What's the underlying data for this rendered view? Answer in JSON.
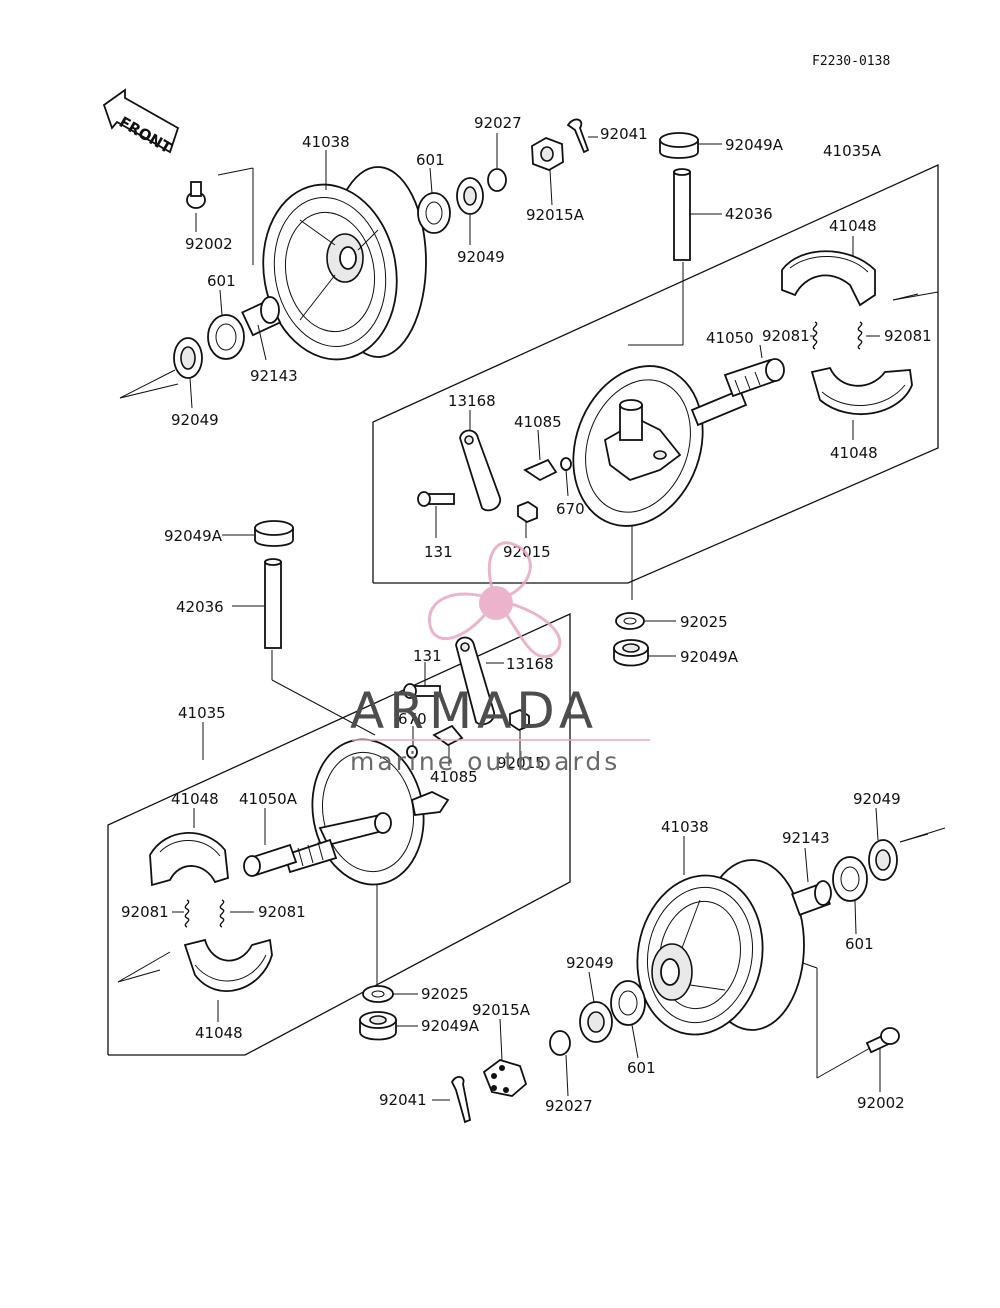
{
  "diagram": {
    "figure_code": "F2230-0138",
    "front_label": "FRONT",
    "labels": {
      "92002_top": "92002",
      "41038_top": "41038",
      "601_top_a": "601",
      "92027_top": "92027",
      "92041_top": "92041",
      "92049A_top": "92049A",
      "41035A": "41035A",
      "92015A_top": "92015A",
      "42036_top": "42036",
      "92049_top_r": "92049",
      "601_top_b": "601",
      "92143_top": "92143",
      "92049_top_l": "92049",
      "41048_a": "41048",
      "41050": "41050",
      "92081_a": "92081",
      "92081_b": "92081",
      "41048_b": "41048",
      "13168_top": "13168",
      "41085_top": "41085",
      "670_top": "670",
      "131_top": "131",
      "92015_top": "92015",
      "92049A_mid": "92049A",
      "42036_mid": "42036",
      "92025_top": "92025",
      "92049A_right": "92049A",
      "131_bot": "131",
      "13168_bot": "13168",
      "41035": "41035",
      "670_bot": "670",
      "41085_bot": "41085",
      "92015_bot": "92015",
      "41048_c": "41048",
      "41050A": "41050A",
      "92081_c": "92081",
      "92081_d": "92081",
      "41048_d": "41048",
      "92025_bot": "92025",
      "92049A_bot": "92049A",
      "41038_bot": "41038",
      "92143_bot": "92143",
      "92049_bot_r": "92049",
      "601_bot_r": "601",
      "92049_bot_m": "92049",
      "92015A_bot": "92015A",
      "601_bot_m": "601",
      "92027_bot": "92027",
      "92041_bot": "92041",
      "92002_bot": "92002"
    }
  },
  "watermark": {
    "brand": "ARMADA",
    "tagline": "marine outboards",
    "color": "#e9a6c4"
  }
}
